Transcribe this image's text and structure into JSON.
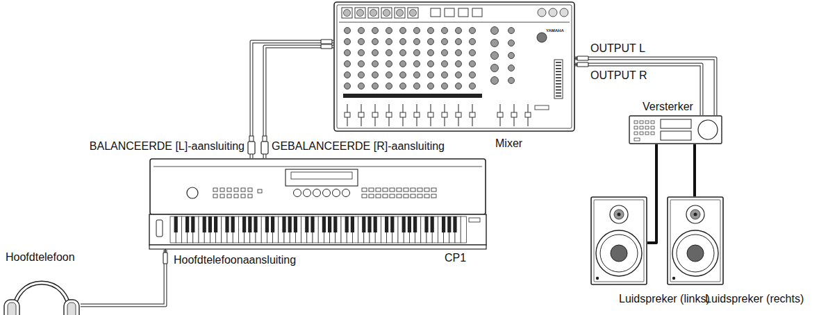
{
  "diagram": {
    "nodes": [
      {
        "text": [
          "Mixer"
        ]
      },
      {
        "text": [
          "Versterker"
        ]
      },
      {
        "text": [
          "CP1"
        ]
      },
      {
        "text": [
          "Luidspreker (links)"
        ]
      },
      {
        "text": [
          "Luidspreker (rechts)"
        ]
      },
      {
        "text": [
          "Hoofdtelefoon"
        ]
      }
    ],
    "edges": [
      {
        "from": 2,
        "to": 0,
        "arrow": "none"
      },
      {
        "from": 2,
        "to": 0,
        "arrow": "none"
      },
      {
        "from": 0,
        "to": 1,
        "arrow": "none"
      },
      {
        "from": 0,
        "to": 1,
        "arrow": "none"
      },
      {
        "from": 1,
        "to": 3,
        "arrow": "none"
      },
      {
        "from": 1,
        "to": 4,
        "arrow": "none"
      },
      {
        "from": 5,
        "to": 2,
        "arrow": "none"
      }
    ],
    "labels": [
      "BALANCEERDE [L]-aansluiting",
      "GEBALANCEERDE [R]-aansluiting",
      "OUTPUT L",
      "OUTPUT R",
      "Hoofdtelefoonaansluiting",
      "YAMAHA"
    ]
  }
}
